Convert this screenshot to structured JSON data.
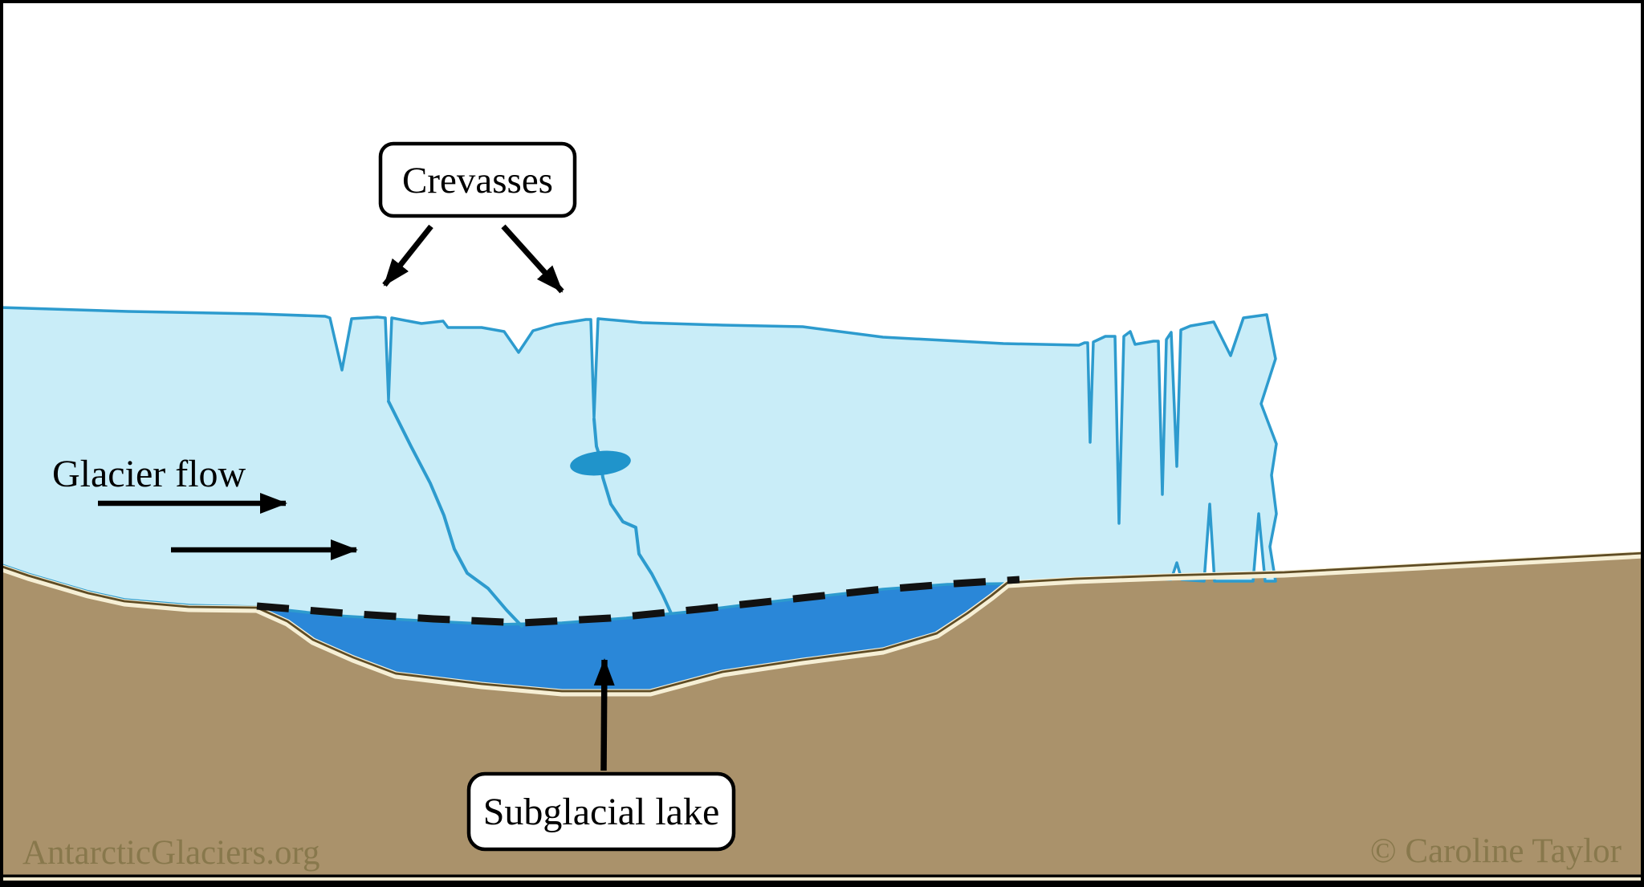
{
  "diagram": {
    "kind": "glacier-cross-section",
    "labels": {
      "crevasses": "Crevasses",
      "glacier_flow": "Glacier flow",
      "subglacial_lake": "Subglacial lake"
    },
    "watermark": "AntarcticGlaciers.org",
    "copyright": "© Caroline Taylor"
  },
  "colors": {
    "background": "#ffffff",
    "frame": "#000000",
    "sky": "#ffffff",
    "ice_fill": "#c9edf8",
    "ice_outline": "#2d9bce",
    "lake_fill": "#2a87d8",
    "water_pocket": "#2094cb",
    "bedrock_fill": "#aa926b",
    "bedrock_outline": "#5f4c24",
    "bedrock_highlight": "#f6efd5",
    "interface_dash": "#111111",
    "annotation": "#000000",
    "callout_fill": "#ffffff",
    "callout_stroke": "#000000",
    "watermark_text": "#87774b",
    "bottom_bar": "#000000",
    "bottom_bar_highlight": "#efe8cf"
  }
}
